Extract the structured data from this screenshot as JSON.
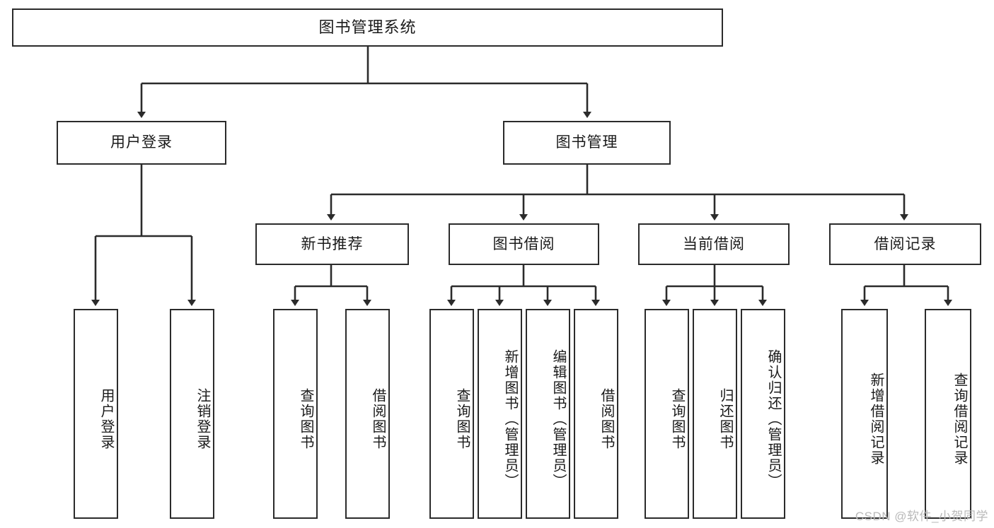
{
  "diagram": {
    "title": "图书管理系统",
    "watermark": "CSDN @软件_小贺同学",
    "stroke_color": "#2b2b2b",
    "text_color": "#1a1a1a",
    "background_color": "#ffffff",
    "watermark_color": "#b9b9b9",
    "type": "tree-hierarchy-chart"
  },
  "nodes": {
    "root": {
      "label": "图书管理系统"
    },
    "level1": [
      {
        "label": "用户登录"
      },
      {
        "label": "图书管理"
      }
    ],
    "level2": [
      {
        "label": "新书推荐"
      },
      {
        "label": "图书借阅"
      },
      {
        "label": "当前借阅"
      },
      {
        "label": "借阅记录"
      }
    ],
    "user_login_children": [
      {
        "label": "用户登录"
      },
      {
        "label": "注销登录"
      }
    ],
    "new_book_children": [
      {
        "label": "查询图书"
      },
      {
        "label": "借阅图书"
      }
    ],
    "borrow_children": [
      {
        "label": "查询图书"
      },
      {
        "label": "新增图书（管理员）"
      },
      {
        "label": "编辑图书（管理员）"
      },
      {
        "label": "借阅图书"
      }
    ],
    "current_borrow_children": [
      {
        "label": "查询图书"
      },
      {
        "label": "归还图书"
      },
      {
        "label": "确认归还（管理员）"
      }
    ],
    "record_children": [
      {
        "label": "新增借阅记录"
      },
      {
        "label": "查询借阅记录"
      }
    ]
  }
}
